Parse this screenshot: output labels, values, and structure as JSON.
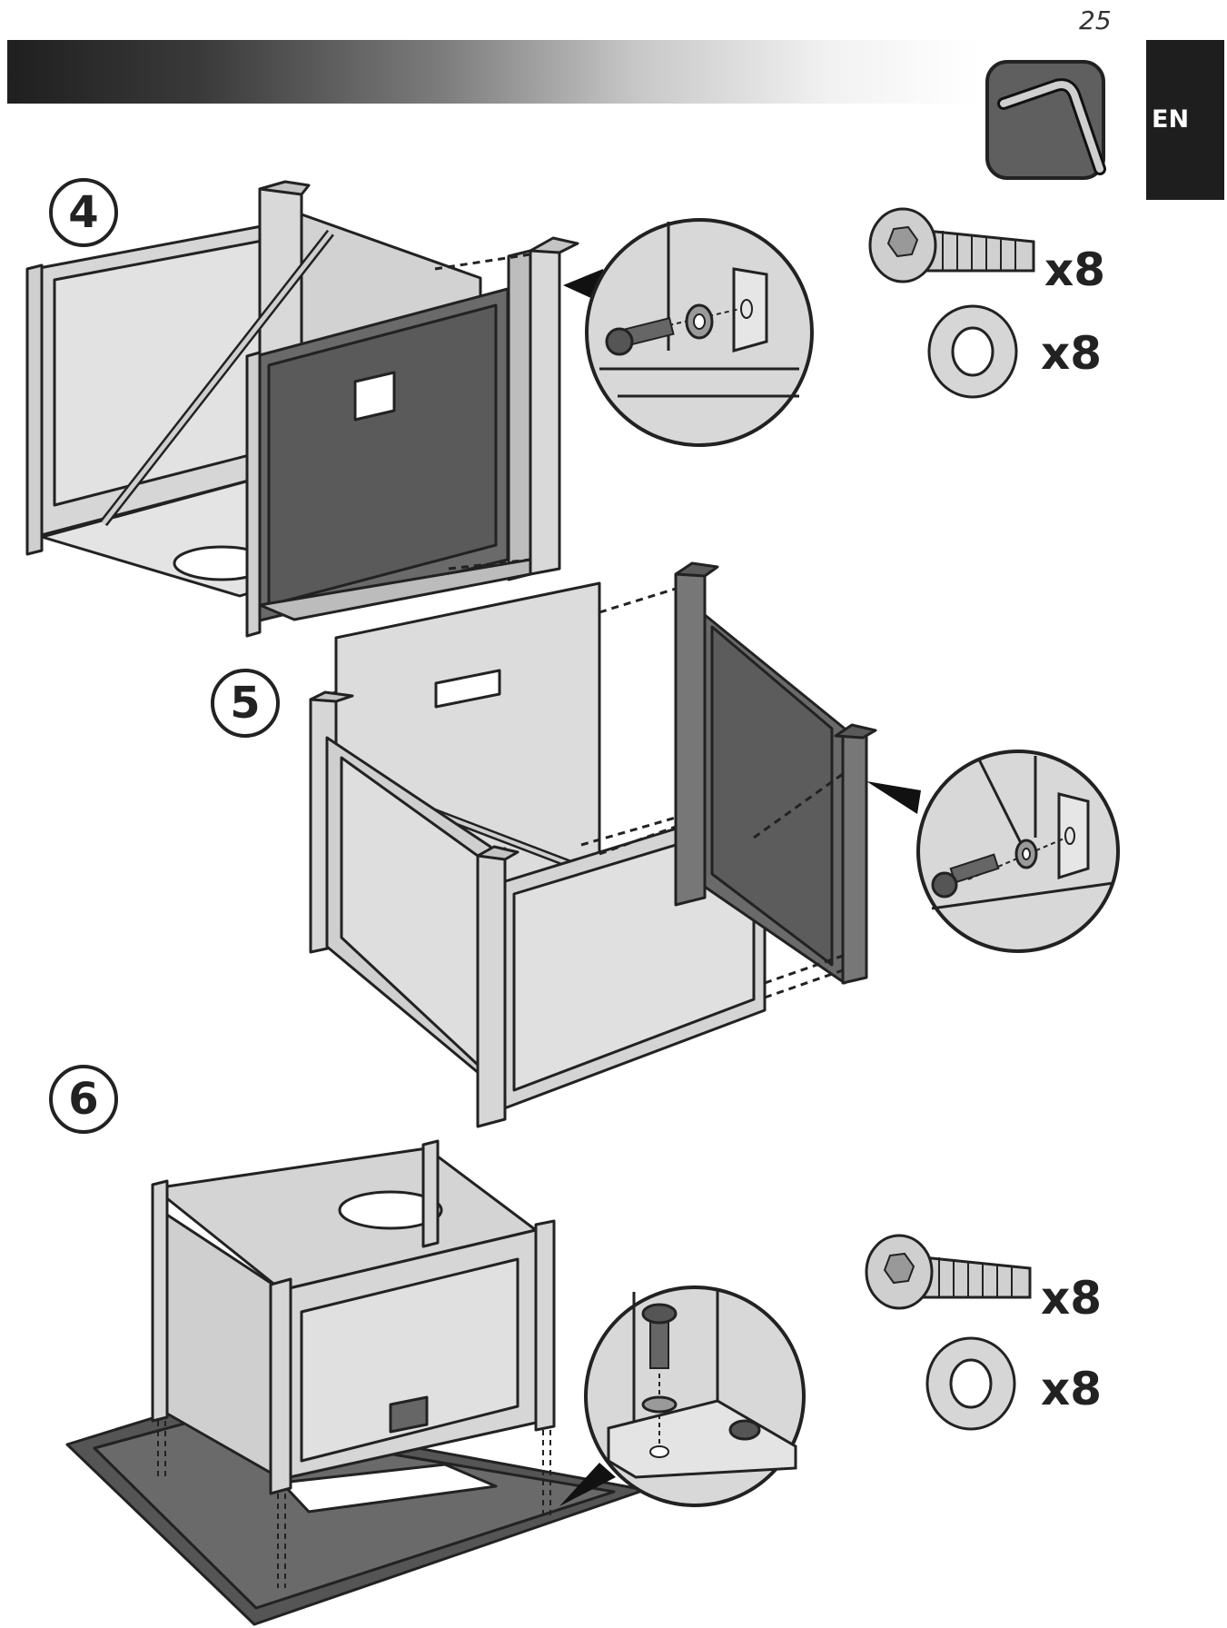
{
  "page": {
    "number": "25",
    "language": "EN"
  },
  "header": {
    "tool_icon": "hex-key-icon"
  },
  "steps": [
    {
      "label": "4",
      "hardware": [
        {
          "icon": "button-head-bolt-icon",
          "qty": "x8"
        },
        {
          "icon": "washer-icon",
          "qty": "x8"
        }
      ]
    },
    {
      "label": "5"
    },
    {
      "label": "6",
      "hardware": [
        {
          "icon": "button-head-bolt-icon",
          "qty": "x8"
        },
        {
          "icon": "washer-icon",
          "qty": "x8"
        }
      ]
    }
  ]
}
